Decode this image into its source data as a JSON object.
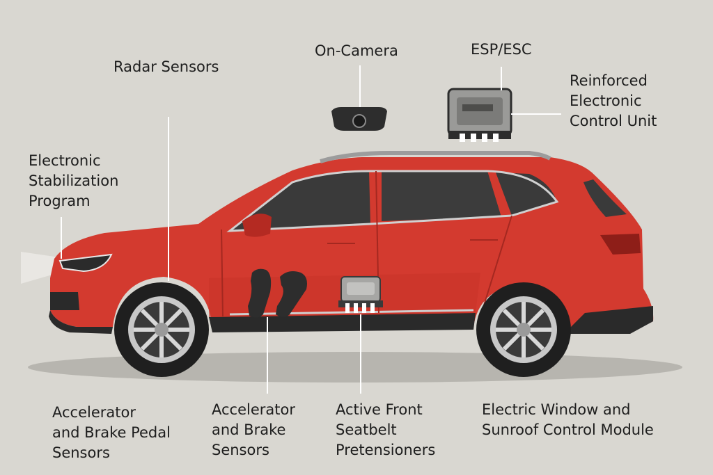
{
  "colors": {
    "background": "#d9d7d1",
    "car_body": "#d33a2f",
    "car_body_shadow": "#b22a22",
    "trim_dark": "#2a2a2a",
    "window_glass": "#3c3c3c",
    "module_grey": "#9a9a98",
    "leader_line": "#ffffff",
    "text": "#1d1d1d"
  },
  "labels": {
    "radar_sensors": "Radar Sensors",
    "on_camera": "On-Camera",
    "esp_esc": "ESP/ESC",
    "reinforced_ecu": "Reinforced\nElectronic\nControl Unit",
    "electronic_stabilization": "Electronic\nStabilization\nProgram",
    "pedal_sensors": "Accelerator\nand Brake Pedal\nSensors",
    "brake_sensors": "Accelerator\nand Brake\nSensors",
    "seatbelt_pretensioners": "Active Front\nSeatbelt\nPretensioners",
    "window_sunroof_module": "Electric Window and\nSunroof Control Module"
  },
  "icons": {
    "camera": "dashcam-icon",
    "control_unit": "control-unit-icon",
    "pedals": "pedals-icon",
    "seatbelt_module": "module-icon"
  }
}
